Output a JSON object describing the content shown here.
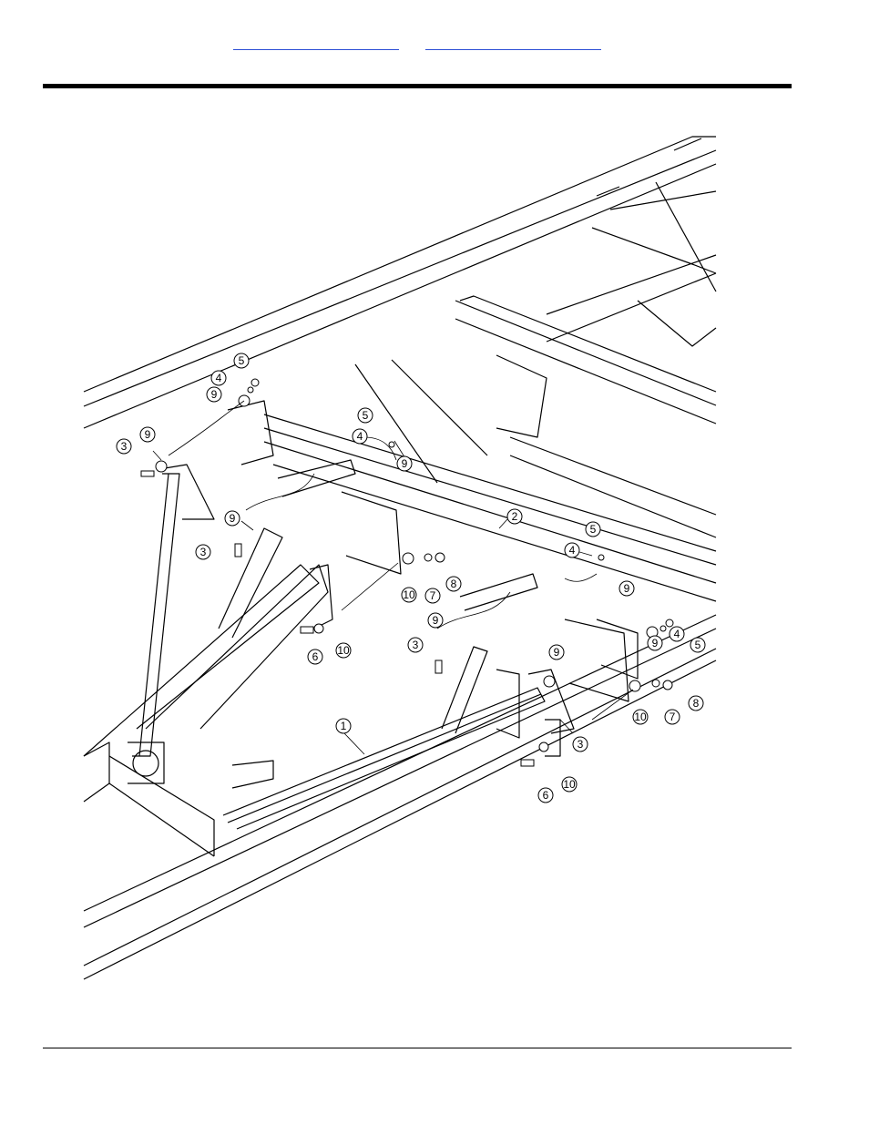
{
  "header": {
    "link_left": "",
    "link_right": ""
  },
  "figure": {
    "callouts": [
      "1",
      "2",
      "3",
      "4",
      "5",
      "6",
      "7",
      "8",
      "9",
      "10"
    ]
  }
}
